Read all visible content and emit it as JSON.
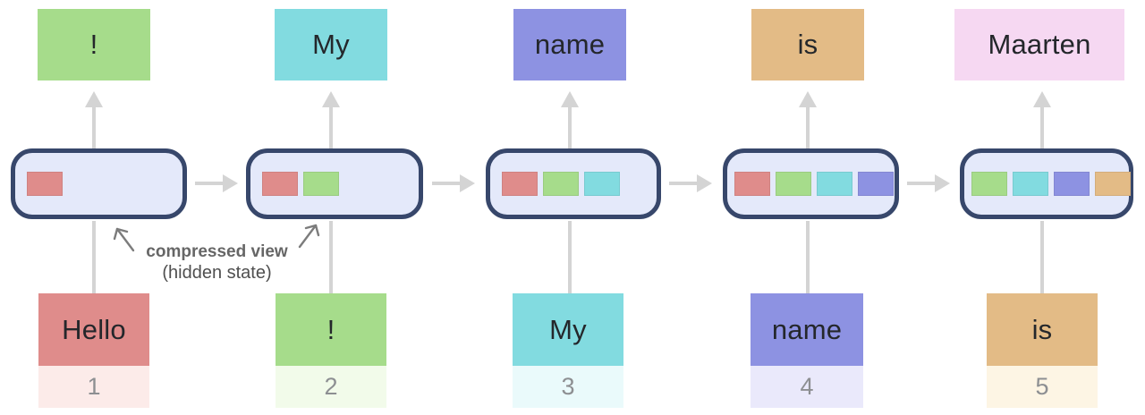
{
  "colors": {
    "red": "#df8c8b",
    "green": "#a6dc8b",
    "cyan": "#82dbe0",
    "purple": "#8d92e2",
    "tan": "#e3bb86",
    "pink": "#f6d8f2",
    "strip_red": "#fcebe9",
    "strip_green": "#f2fbea",
    "strip_cyan": "#eafafb",
    "strip_purple": "#eae9fb",
    "strip_tan": "#fdf5e4",
    "hidden_fill": "#e4e9fa",
    "hidden_border": "#37476b",
    "arrow_gray": "#d4d4d4",
    "annotation_gray": "#666666"
  },
  "annotation": {
    "label": "compressed view",
    "sublabel": "(hidden state)"
  },
  "columns": [
    {
      "step": "1",
      "input": {
        "label": "Hello",
        "color": "red",
        "strip": "strip_red"
      },
      "output": {
        "label": "!",
        "color": "green"
      },
      "chips": [
        "red"
      ]
    },
    {
      "step": "2",
      "input": {
        "label": "!",
        "color": "green",
        "strip": "strip_green"
      },
      "output": {
        "label": "My",
        "color": "cyan"
      },
      "chips": [
        "red",
        "green"
      ]
    },
    {
      "step": "3",
      "input": {
        "label": "My",
        "color": "cyan",
        "strip": "strip_cyan"
      },
      "output": {
        "label": "name",
        "color": "purple"
      },
      "chips": [
        "red",
        "green",
        "cyan"
      ]
    },
    {
      "step": "4",
      "input": {
        "label": "name",
        "color": "purple",
        "strip": "strip_purple"
      },
      "output": {
        "label": "is",
        "color": "tan"
      },
      "chips": [
        "red",
        "green",
        "cyan",
        "purple"
      ]
    },
    {
      "step": "5",
      "input": {
        "label": "is",
        "color": "tan",
        "strip": "strip_tan"
      },
      "output": {
        "label": "Maarten",
        "color": "pink"
      },
      "chips": [
        "green",
        "cyan",
        "purple",
        "tan"
      ]
    }
  ]
}
